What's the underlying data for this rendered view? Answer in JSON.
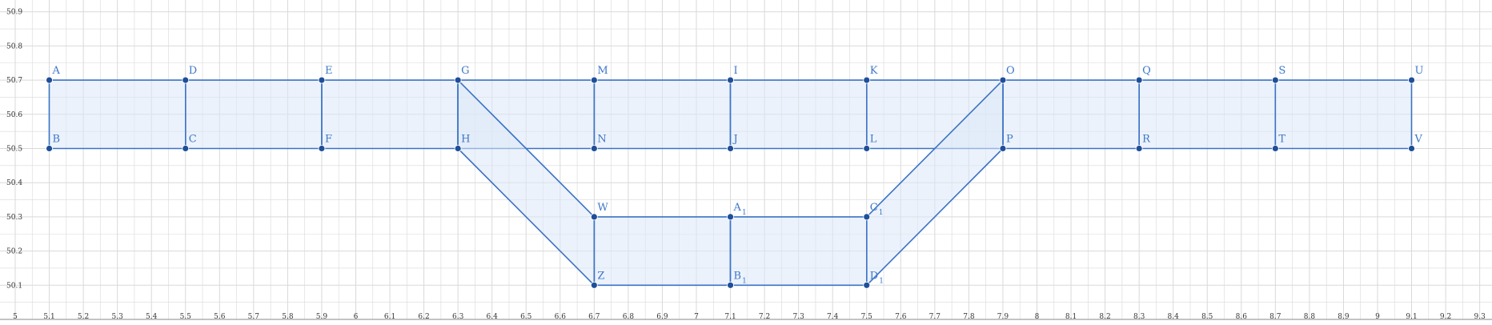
{
  "chart_data": {
    "type": "diagram",
    "xlim": [
      5.0,
      9.3
    ],
    "ylim": [
      50.0,
      50.9
    ],
    "x_ticks": [
      "5",
      "5.1",
      "5.2",
      "5.3",
      "5.4",
      "5.5",
      "5.6",
      "5.7",
      "5.8",
      "5.9",
      "6",
      "6.1",
      "6.2",
      "6.3",
      "6.4",
      "6.5",
      "6.6",
      "6.7",
      "6.8",
      "6.9",
      "7",
      "7.1",
      "7.2",
      "7.3",
      "7.4",
      "7.5",
      "7.6",
      "7.7",
      "7.8",
      "7.9",
      "8",
      "8.1",
      "8.2",
      "8.3",
      "8.4",
      "8.5",
      "8.6",
      "8.7",
      "8.8",
      "8.9",
      "9",
      "9.1",
      "9.2",
      "9.3"
    ],
    "y_ticks": [
      "50.1",
      "50.2",
      "50.3",
      "50.4",
      "50.5",
      "50.6",
      "50.7",
      "50.8",
      "50.9"
    ],
    "grid": true,
    "colors": {
      "stroke": "#3b73c4",
      "fill": "#dce7f7",
      "point": "#1f4f99",
      "label": "#3d78c8",
      "grid": "#d9d9d9",
      "axis": "#888888"
    },
    "points": [
      {
        "name": "A",
        "label": "A",
        "sub": "",
        "x": 5.1,
        "y": 50.7
      },
      {
        "name": "B",
        "label": "B",
        "sub": "",
        "x": 5.1,
        "y": 50.5
      },
      {
        "name": "C",
        "label": "C",
        "sub": "",
        "x": 5.5,
        "y": 50.5
      },
      {
        "name": "D",
        "label": "D",
        "sub": "",
        "x": 5.5,
        "y": 50.7
      },
      {
        "name": "E",
        "label": "E",
        "sub": "",
        "x": 5.9,
        "y": 50.7
      },
      {
        "name": "F",
        "label": "F",
        "sub": "",
        "x": 5.9,
        "y": 50.5
      },
      {
        "name": "G",
        "label": "G",
        "sub": "",
        "x": 6.3,
        "y": 50.7
      },
      {
        "name": "H",
        "label": "H",
        "sub": "",
        "x": 6.3,
        "y": 50.5
      },
      {
        "name": "M",
        "label": "M",
        "sub": "",
        "x": 6.7,
        "y": 50.7
      },
      {
        "name": "N",
        "label": "N",
        "sub": "",
        "x": 6.7,
        "y": 50.5
      },
      {
        "name": "I",
        "label": "I",
        "sub": "",
        "x": 7.1,
        "y": 50.7
      },
      {
        "name": "J",
        "label": "J",
        "sub": "",
        "x": 7.1,
        "y": 50.5
      },
      {
        "name": "K",
        "label": "K",
        "sub": "",
        "x": 7.5,
        "y": 50.7
      },
      {
        "name": "L",
        "label": "L",
        "sub": "",
        "x": 7.5,
        "y": 50.5
      },
      {
        "name": "O",
        "label": "O",
        "sub": "",
        "x": 7.9,
        "y": 50.7
      },
      {
        "name": "P",
        "label": "P",
        "sub": "",
        "x": 7.9,
        "y": 50.5
      },
      {
        "name": "Q",
        "label": "Q",
        "sub": "",
        "x": 8.3,
        "y": 50.7
      },
      {
        "name": "R",
        "label": "R",
        "sub": "",
        "x": 8.3,
        "y": 50.5
      },
      {
        "name": "S",
        "label": "S",
        "sub": "",
        "x": 8.7,
        "y": 50.7
      },
      {
        "name": "T",
        "label": "T",
        "sub": "",
        "x": 8.7,
        "y": 50.5
      },
      {
        "name": "U",
        "label": "U",
        "sub": "",
        "x": 9.1,
        "y": 50.7
      },
      {
        "name": "V",
        "label": "V",
        "sub": "",
        "x": 9.1,
        "y": 50.5
      },
      {
        "name": "W",
        "label": "W",
        "sub": "",
        "x": 6.7,
        "y": 50.3
      },
      {
        "name": "Z",
        "label": "Z",
        "sub": "",
        "x": 6.7,
        "y": 50.1
      },
      {
        "name": "A1",
        "label": "A",
        "sub": "1",
        "x": 7.1,
        "y": 50.3
      },
      {
        "name": "B1",
        "label": "B",
        "sub": "1",
        "x": 7.1,
        "y": 50.1
      },
      {
        "name": "C1",
        "label": "C",
        "sub": "1",
        "x": 7.5,
        "y": 50.3
      },
      {
        "name": "D1",
        "label": "D",
        "sub": "1",
        "x": 7.5,
        "y": 50.1
      }
    ],
    "polygons": [
      [
        "A",
        "B",
        "C",
        "D"
      ],
      [
        "D",
        "C",
        "F",
        "E"
      ],
      [
        "E",
        "F",
        "H",
        "G"
      ],
      [
        "G",
        "H",
        "N",
        "M"
      ],
      [
        "M",
        "N",
        "J",
        "I"
      ],
      [
        "I",
        "J",
        "L",
        "K"
      ],
      [
        "K",
        "L",
        "P",
        "O"
      ],
      [
        "O",
        "P",
        "R",
        "Q"
      ],
      [
        "Q",
        "R",
        "T",
        "S"
      ],
      [
        "S",
        "T",
        "V",
        "U"
      ],
      [
        "G",
        "H",
        "Z",
        "W"
      ],
      [
        "W",
        "Z",
        "B1",
        "A1"
      ],
      [
        "A1",
        "B1",
        "D1",
        "C1"
      ],
      [
        "C1",
        "D1",
        "P",
        "O"
      ]
    ]
  }
}
